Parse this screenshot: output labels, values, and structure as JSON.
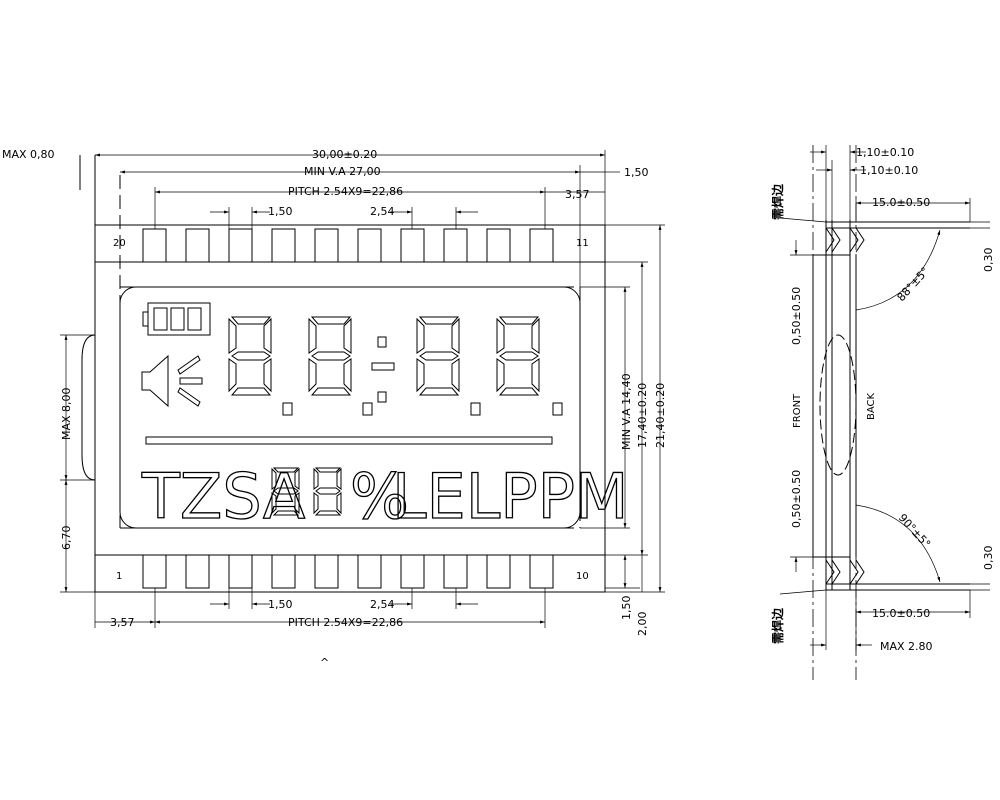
{
  "front_view": {
    "dimensions": {
      "max_thickness": "MAX 0,80",
      "overall_width": "30,00±0.20",
      "viewing_area_width": "MIN V.A 27,00",
      "pin_pitch": "PITCH 2.54X9=22,86",
      "pin_offset": "3,57",
      "edge_offset": "1,50",
      "pin_width": "1,50",
      "pin_spacing": "2,54",
      "max_height": "MAX 8,00",
      "lower_offset": "6,70",
      "viewing_area_height": "MIN V.A 14,40",
      "window_height": "17,40±0.20",
      "overall_height": "21,40±0.20",
      "bottom_edge": "1,50",
      "bottom_margin": "2,00"
    },
    "pin_labels": {
      "top_left": "20",
      "top_right": "11",
      "bottom_left": "1",
      "bottom_right": "10"
    },
    "display": {
      "digits": "8.8.:8.8.",
      "units_text": "TZSA",
      "small_digits": "88",
      "percent": "%",
      "units_suffix": "LELPPM"
    },
    "footnote": "^"
  },
  "side_view": {
    "dimensions": {
      "top_thickness_a": "1,10±0.10",
      "top_thickness_b": "1,10±0.10",
      "lead_length_top": "15.0±0.50",
      "lead_length_bottom": "15.0±0.50",
      "angle_top": "88°±5°",
      "angle_bottom": "90°±5°",
      "offset_top": "0,50±0.50",
      "offset_bottom": "0,50±0.50",
      "lead_thick_top": "0,30",
      "lead_thick_bottom": "0,30",
      "max_depth": "MAX 2.80"
    },
    "labels": {
      "front": "FRONT",
      "back": "BACK",
      "note_top": "需焊边",
      "note_bottom": "需焊边"
    }
  }
}
